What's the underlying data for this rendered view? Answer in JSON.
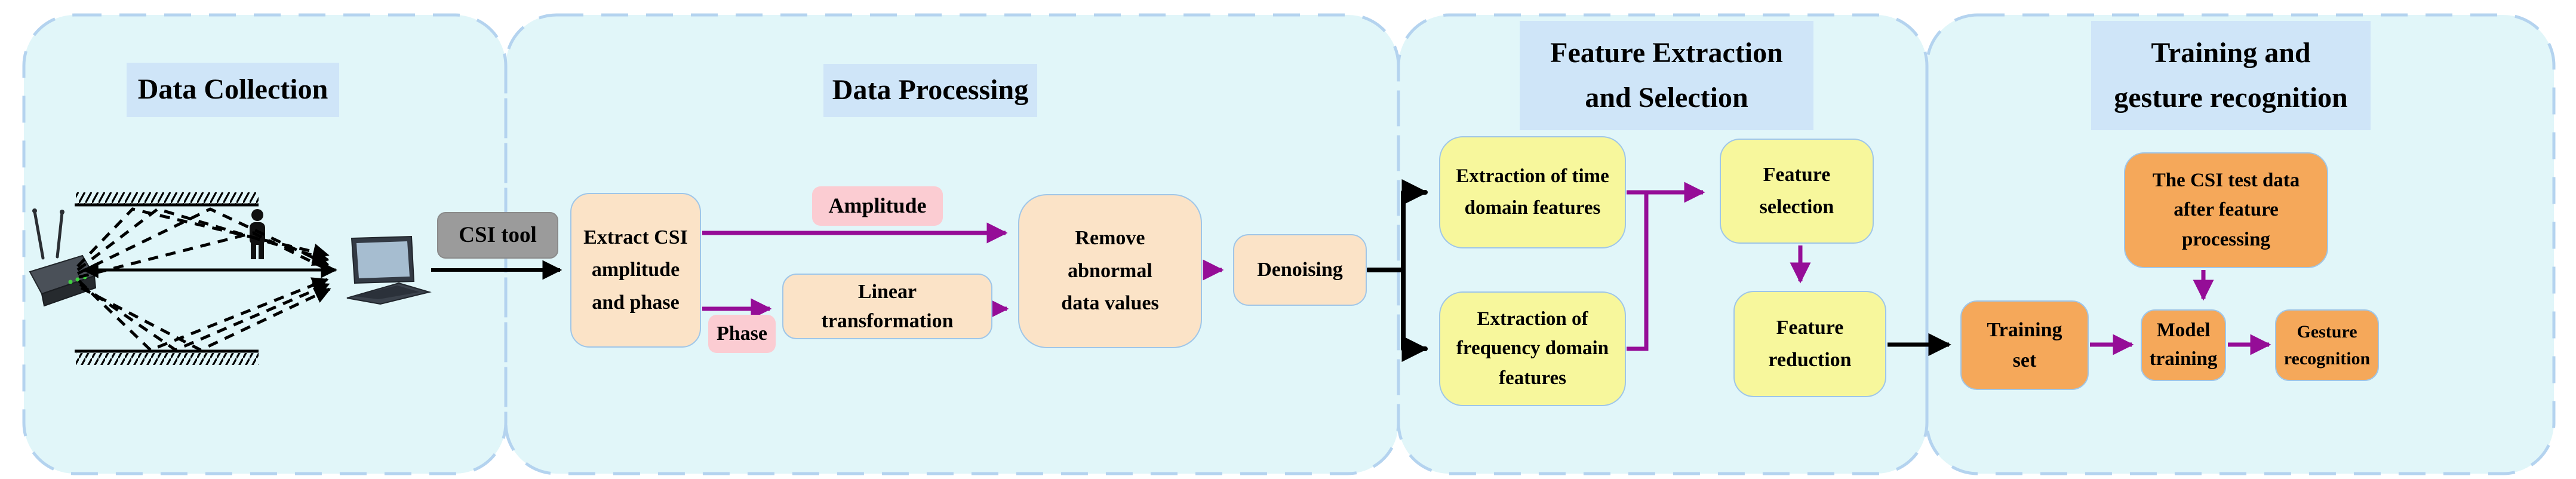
{
  "colors": {
    "page_background": "#ffffff",
    "section_background": "#e1f6f9",
    "section_border": "#b4d3ef",
    "title_background": "#cfe5f8",
    "process_box": "#fbe3c7",
    "signal_label_box": "#fbccd2",
    "feature_box": "#f7f79c",
    "training_box": "#f5a85a",
    "tool_box": "#9b9b9b",
    "arrow_purple": "#950d97",
    "arrow_black": "#000000"
  },
  "sections": {
    "data_collection": {
      "title": "Data Collection",
      "tool_label": "CSI tool",
      "icons": [
        "router-icon",
        "person-icon",
        "laptop-icon",
        "ceiling-hatch",
        "floor-hatch",
        "signal-paths"
      ]
    },
    "data_processing": {
      "title": "Data Processing",
      "extract_box": "Extract CSI\namplitude\nand phase",
      "amplitude_label": "Amplitude",
      "phase_label": "Phase",
      "linear_box": "Linear\ntransformation",
      "remove_box": "Remove\nabnormal\ndata values",
      "denoising_box": "Denoising"
    },
    "feature_extraction": {
      "title": "Feature Extraction\nand Selection",
      "time_box": "Extraction of time\ndomain features",
      "frequency_box": "Extraction of\nfrequency domain\nfeatures",
      "selection_box": "Feature\nselection",
      "reduction_box": "Feature\nreduction"
    },
    "training": {
      "title": "Training and\ngesture recognition",
      "training_set_box": "Training\nset",
      "test_data_box": "The CSI test data\nafter feature\nprocessing",
      "model_box": "Model\ntraining",
      "gesture_box": "Gesture\nrecognition"
    }
  }
}
